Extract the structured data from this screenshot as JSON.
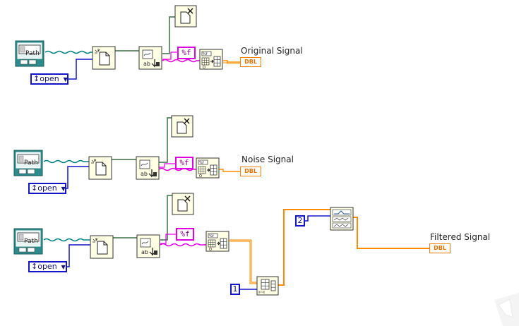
{
  "diagram": {
    "rows": [
      {
        "output_label": "Original Signal",
        "path_text": "Path",
        "mode_value": "open",
        "format_string": "%f",
        "indicator_type": "DBL"
      },
      {
        "output_label": "Noise Signal",
        "path_text": "Path",
        "mode_value": "open",
        "format_string": "%f",
        "indicator_type": "DBL"
      },
      {
        "output_label": "Filtered Signal",
        "path_text": "Path",
        "mode_value": "open",
        "format_string": "%f",
        "indicator_type": "DBL"
      }
    ],
    "constants": {
      "index": "1",
      "filter_param": "2"
    }
  },
  "colors": {
    "node_fill": "#ffffe6",
    "path_wire": "#008080",
    "refnum_wire": "#3c6e46",
    "string_wire": "#e000e0",
    "numeric_wire": "#ff8c00",
    "enum_border": "#1414c8"
  },
  "icons": [
    "path-constant-icon",
    "open-file-icon",
    "close-file-icon",
    "read-spreadsheet-icon",
    "string-to-array-icon",
    "index-array-icon",
    "filter-vi-icon"
  ]
}
